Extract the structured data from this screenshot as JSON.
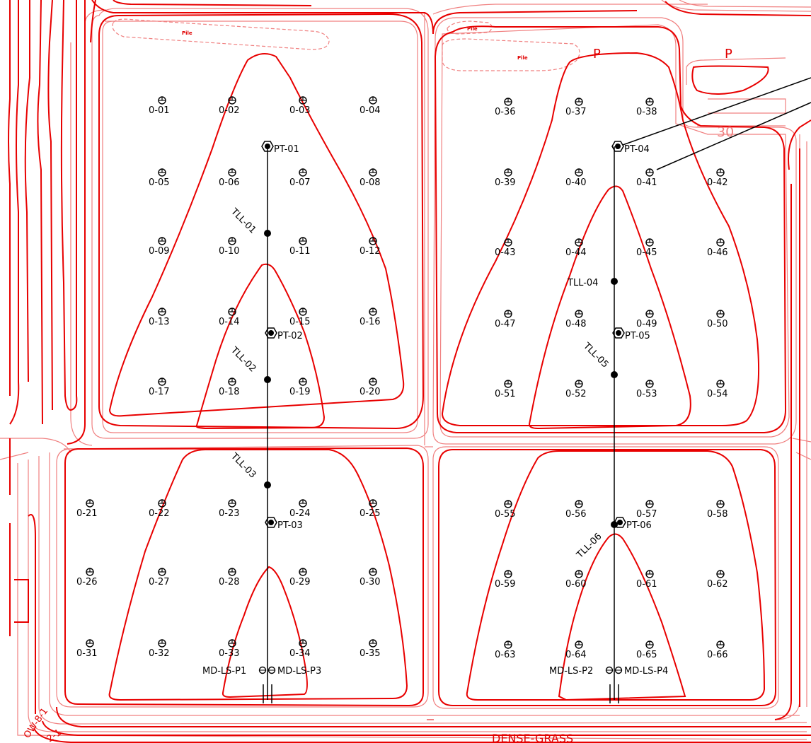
{
  "colors": {
    "contour_major": "#e80000",
    "contour_minor": "#f08080",
    "linework": "#000000"
  },
  "annotations": {
    "pile_1": "Pile",
    "pile_2": "Pile",
    "pile_3": "Pile",
    "p_1": "P",
    "p_2": "P",
    "elev_30": "30",
    "dense_grass": "DENSE-GRASS",
    "bottom_left_1": "OW-8-1",
    "bottom_left_2": "2-1"
  },
  "piezometers": [
    {
      "id": "pt01",
      "label": "PT-01"
    },
    {
      "id": "pt02",
      "label": "PT-02"
    },
    {
      "id": "pt03",
      "label": "PT-03"
    },
    {
      "id": "pt04",
      "label": "PT-04"
    },
    {
      "id": "pt05",
      "label": "PT-05"
    },
    {
      "id": "pt06",
      "label": "PT-06"
    }
  ],
  "lift_lines": [
    {
      "id": "tll01",
      "label": "TLL-01"
    },
    {
      "id": "tll02",
      "label": "TLL-02"
    },
    {
      "id": "tll03",
      "label": "TLL-03"
    },
    {
      "id": "tll04",
      "label": "TLL-04"
    },
    {
      "id": "tll05",
      "label": "TLL-05"
    },
    {
      "id": "tll06",
      "label": "TLL-06"
    }
  ],
  "lift_stations": [
    {
      "id": "p1",
      "label": "MD-LS-P1"
    },
    {
      "id": "p3",
      "label": "MD-LS-P3"
    },
    {
      "id": "p2",
      "label": "MD-LS-P2"
    },
    {
      "id": "p4",
      "label": "MD-LS-P4"
    }
  ],
  "outlets": [
    "0-01",
    "0-02",
    "0-03",
    "0-04",
    "0-05",
    "0-06",
    "0-07",
    "0-08",
    "0-09",
    "0-10",
    "0-11",
    "0-12",
    "0-13",
    "0-14",
    "0-15",
    "0-16",
    "0-17",
    "0-18",
    "0-19",
    "0-20",
    "0-21",
    "0-22",
    "0-23",
    "0-24",
    "0-25",
    "0-26",
    "0-27",
    "0-28",
    "0-29",
    "0-30",
    "0-31",
    "0-32",
    "0-33",
    "0-34",
    "0-35",
    "0-36",
    "0-37",
    "0-38",
    "0-39",
    "0-40",
    "0-41",
    "0-42",
    "0-43",
    "0-44",
    "0-45",
    "0-46",
    "0-47",
    "0-48",
    "0-49",
    "0-50",
    "0-51",
    "0-52",
    "0-53",
    "0-54",
    "0-55",
    "0-56",
    "0-57",
    "0-58",
    "0-59",
    "0-60",
    "0-61",
    "0-62",
    "0-63",
    "0-64",
    "0-65",
    "0-66"
  ]
}
